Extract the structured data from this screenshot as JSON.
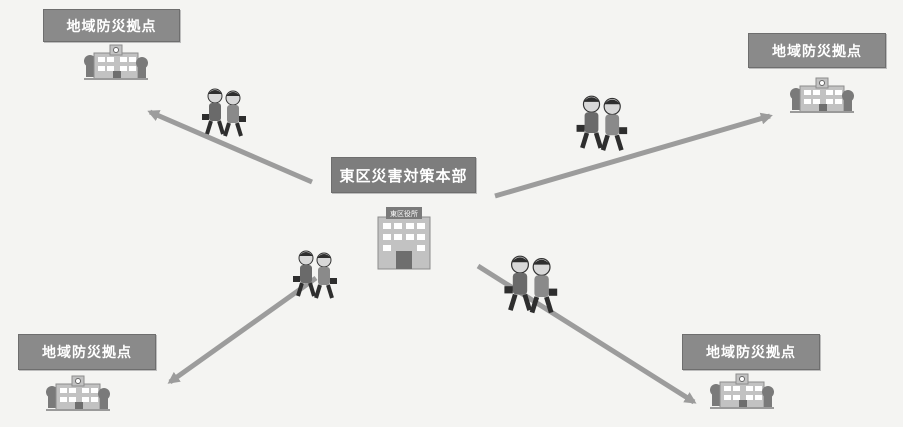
{
  "hq": {
    "label": "東区災害対策本部",
    "building_sign": "東区役所"
  },
  "bases": [
    {
      "label": "地域防災拠点"
    },
    {
      "label": "地域防災拠点"
    },
    {
      "label": "地域防災拠点"
    },
    {
      "label": "地域防災拠点"
    }
  ],
  "colors": {
    "label_bg": "#8a8a8a",
    "arrow": "#9c9c9c",
    "building": "#bcbcbc",
    "tree": "#7a7a7a"
  }
}
